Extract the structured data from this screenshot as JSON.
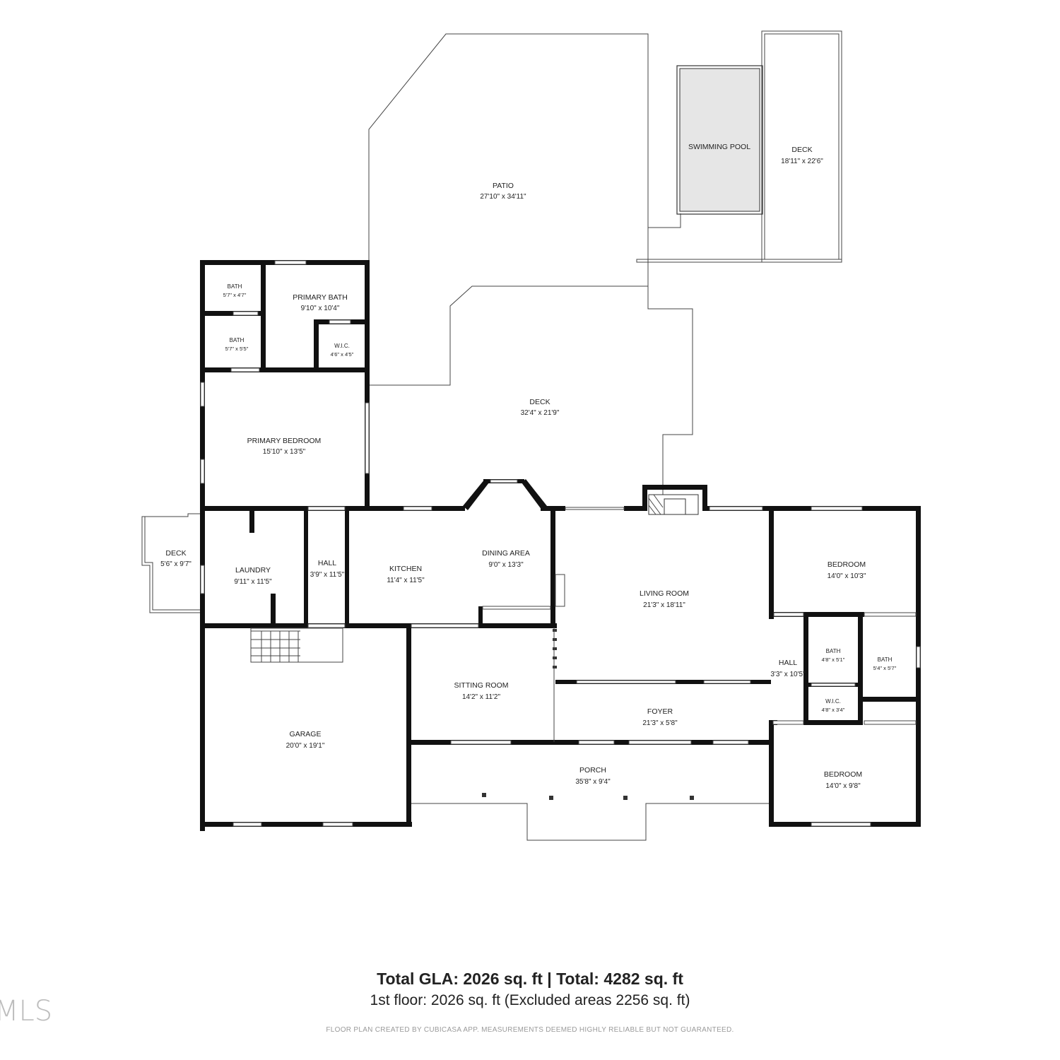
{
  "rooms": {
    "patio": {
      "name": "PATIO",
      "dim": "27'10\" x 34'11\""
    },
    "pool": {
      "name": "SWIMMING POOL"
    },
    "deck_pool": {
      "name": "DECK",
      "dim": "18'11\" x 22'6\""
    },
    "deck_main": {
      "name": "DECK",
      "dim": "32'4\" x 21'9\""
    },
    "bath_a": {
      "name": "BATH",
      "dim": "5'7\" x 4'7\""
    },
    "primary_bath": {
      "name": "PRIMARY BATH",
      "dim": "9'10\" x 10'4\""
    },
    "bath_b": {
      "name": "BATH",
      "dim": "5'7\" x 5'5\""
    },
    "wic_a": {
      "name": "W.I.C.",
      "dim": "4'6\" x 4'5\""
    },
    "primary_bedroom": {
      "name": "PRIMARY BEDROOM",
      "dim": "15'10\" x 13'5\""
    },
    "deck_small": {
      "name": "DECK",
      "dim": "5'6\" x 9'7\""
    },
    "laundry": {
      "name": "LAUNDRY",
      "dim": "9'11\" x 11'5\""
    },
    "hall_a": {
      "name": "HALL",
      "dim": "3'9\" x 11'5\""
    },
    "kitchen": {
      "name": "KITCHEN",
      "dim": "11'4\" x 11'5\""
    },
    "dining": {
      "name": "DINING AREA",
      "dim": "9'0\" x 13'3\""
    },
    "living": {
      "name": "LIVING ROOM",
      "dim": "21'3\" x 18'11\""
    },
    "bedroom_a": {
      "name": "BEDROOM",
      "dim": "14'0\" x 10'3\""
    },
    "hall_b": {
      "name": "HALL",
      "dim": "3'3\" x 10'5\""
    },
    "bath_c": {
      "name": "BATH",
      "dim": "4'8\" x 5'1\""
    },
    "bath_d": {
      "name": "BATH",
      "dim": "5'4\" x 5'7\""
    },
    "wic_b": {
      "name": "W.I.C.",
      "dim": "4'8\" x 3'4\""
    },
    "sitting": {
      "name": "SITTING ROOM",
      "dim": "14'2\" x 11'2\""
    },
    "foyer": {
      "name": "FOYER",
      "dim": "21'3\" x 5'8\""
    },
    "garage": {
      "name": "GARAGE",
      "dim": "20'0\" x 19'1\""
    },
    "porch": {
      "name": "PORCH",
      "dim": "35'8\" x 9'4\""
    },
    "bedroom_b": {
      "name": "BEDROOM",
      "dim": "14'0\" x 9'8\""
    }
  },
  "footer": {
    "totals": "Total GLA: 2026 sq. ft | Total: 4282 sq. ft",
    "floor": "1st floor: 2026 sq. ft (Excluded areas 2256 sq. ft)",
    "disclaimer": "FLOOR PLAN CREATED BY CUBICASA APP. MEASUREMENTS DEEMED HIGHLY RELIABLE BUT NOT GUARANTEED.",
    "logo": "MLS"
  },
  "colors": {
    "wall": "#111111",
    "pool_fill": "#e6e6e6"
  }
}
